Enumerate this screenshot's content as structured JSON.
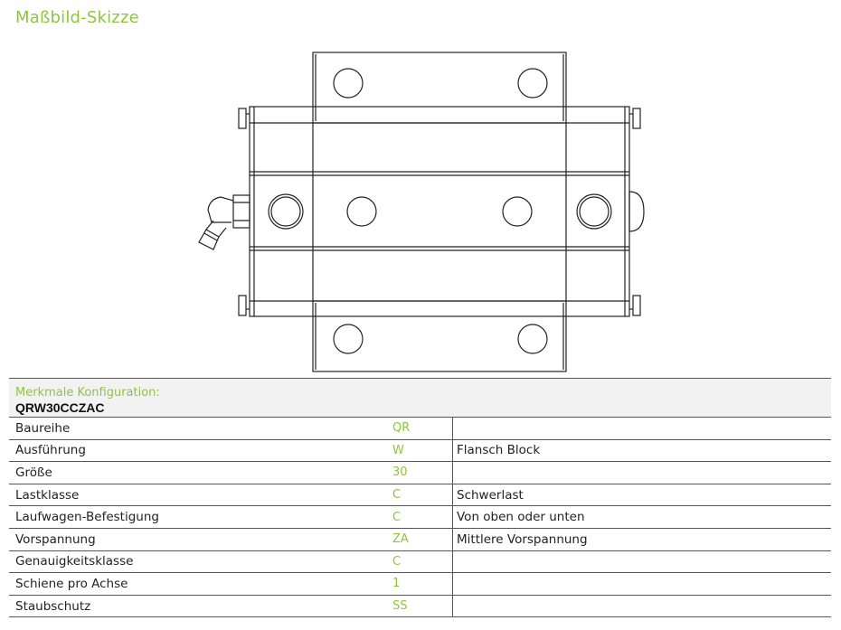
{
  "page": {
    "title": "Maßbild-Skizze"
  },
  "config": {
    "label": "Merkmale Konfiguration:",
    "code": "QRW30CCZAC",
    "rows": [
      {
        "name": "Baureihe",
        "code": "QR",
        "desc": ""
      },
      {
        "name": "Ausführung",
        "code": "W",
        "desc": "Flansch Block"
      },
      {
        "name": "Größe",
        "code": "30",
        "desc": ""
      },
      {
        "name": "Lastklasse",
        "code": "C",
        "desc": "Schwerlast"
      },
      {
        "name": "Laufwagen-Befestigung",
        "code": "C",
        "desc": "Von oben oder unten"
      },
      {
        "name": "Vorspannung",
        "code": "ZA",
        "desc": "Mittlere Vorspannung"
      },
      {
        "name": "Genauigkeitsklasse",
        "code": "C",
        "desc": ""
      },
      {
        "name": "Schiene pro Achse",
        "code": "1",
        "desc": ""
      },
      {
        "name": "Staubschutz",
        "code": "SS",
        "desc": ""
      }
    ]
  },
  "colors": {
    "accent": "#8dc63f",
    "rule": "#555555",
    "header_bg": "#f2f2f2"
  }
}
